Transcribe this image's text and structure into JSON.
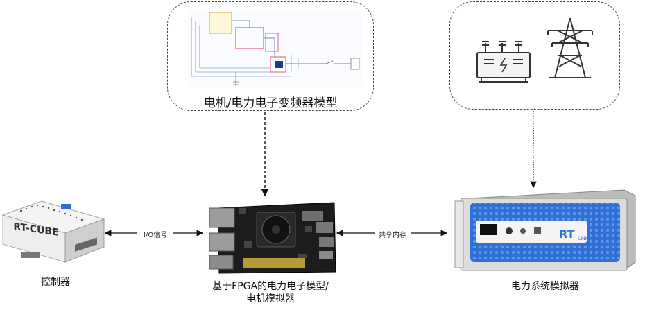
{
  "motor_box": {
    "title": "电机/电力电子变频器模型"
  },
  "power_box": {},
  "controller": {
    "brand": "RT-CUBE",
    "label": "控制器"
  },
  "fpga": {
    "label_line1": "基于FPGA的电力电子模型/",
    "label_line2": "电机模拟器"
  },
  "simulator": {
    "brand": "LINKS",
    "label": "电力系统模拟器"
  },
  "links": {
    "io": "I/O信号",
    "shared": "共享内存"
  }
}
